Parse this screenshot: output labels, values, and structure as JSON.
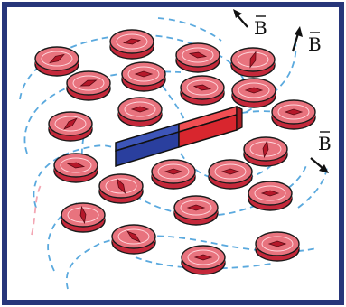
{
  "figure": {
    "field_symbol": "B",
    "field_labels": [
      {
        "id": "top-left",
        "text": "B"
      },
      {
        "id": "top-right",
        "text": "B"
      },
      {
        "id": "right",
        "text": "B"
      }
    ]
  },
  "colors": {
    "frame": "#27367a",
    "background": "#ffffff",
    "compass_fill": "#e8737e",
    "compass_side": "#c4283a",
    "compass_outline": "#1a1a1a",
    "field_line": "#5aa9de",
    "field_line_light": "#f3a6b3",
    "magnet_north": "#d8262e",
    "magnet_south": "#2a3f9e",
    "needle": "#b5182a",
    "arrow": "#111111"
  }
}
